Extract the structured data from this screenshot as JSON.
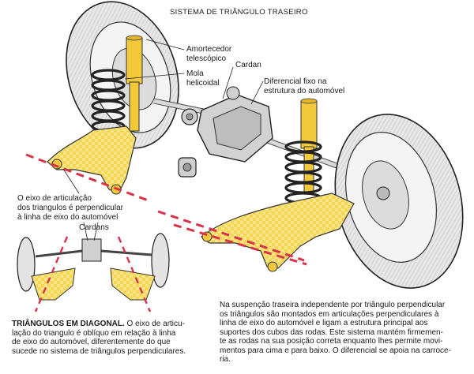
{
  "title": "SISTEMA DE TRIÂNGULO TRASEIRO",
  "labels": {
    "amortecedor": "Amortecedor\ntelescópico",
    "cardan": "Cardan",
    "mola": "Mola\nhelicoidal",
    "diferencial": "Diferencial fixo na\nestrutura do automóvel",
    "eixo": "O eixo de articulação\ndos triangulos é perpendicular\nà linha de eixo do automóvel",
    "cardans": "Cardans"
  },
  "caption_diagonal": {
    "heading": "TRIÂNGULOS EM DIAGONAL.",
    "text": " O eixo de articu-\nlação do triangulo é oblíquo em relação à linha\nde eixo do automóvel, diferentemente do que\nsucede no sistema de triângulos perpendiculares."
  },
  "caption_main": "Na suspenção traseira independente por triângulo perpendicular\nos triângulos são montados em articulações perpendiculares à\nlinha de eixo do automóvel e ligam a estrutura principal aos\nsuportes dos cubos das rodas. Este sistema mantém firmemen-\nte as rodas na sua posição correta enquanto lhes permite movi-\nmentos para cima e para baixo. O diferencial se apoia na carroce-\nria.",
  "colors": {
    "triangle_fill": "#f2d24a",
    "accent_line": "#d8334a",
    "tire": "#e9e9e9",
    "metal": "#d6d6d6"
  }
}
